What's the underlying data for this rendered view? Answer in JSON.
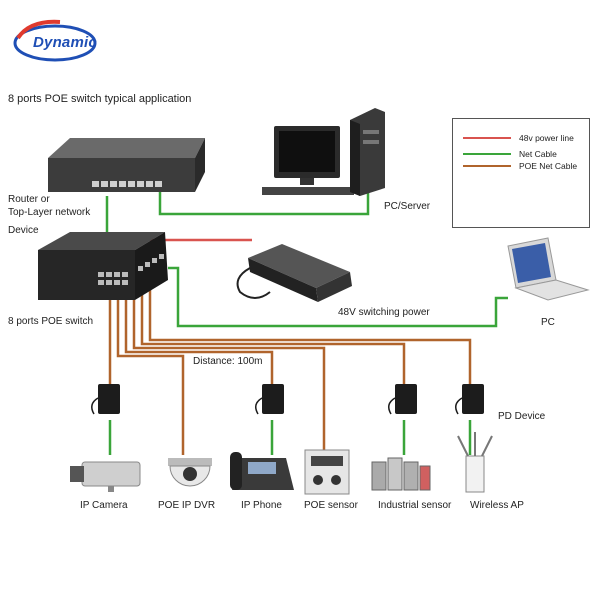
{
  "brand": {
    "logo_text": "Dynamic",
    "color": "#1f4fb5",
    "accent": "#e03a2e"
  },
  "title": "8 ports POE switch typical application",
  "legend": [
    {
      "label": "48v power line",
      "color": "#d9534f"
    },
    {
      "label": "Net Cable",
      "color": "#3aa53a"
    },
    {
      "label": "POE Net Cable",
      "color": "#b0642c"
    }
  ],
  "labels": {
    "router": "Router or",
    "router2": "Top-Layer network",
    "device": "Device",
    "switch": "8 ports POE switch",
    "pc_server": "PC/Server",
    "pc": "PC",
    "power": "48V switching power",
    "distance": "Distance: 100m",
    "pd_device": "PD Device"
  },
  "endpoints": [
    {
      "label": "IP Camera",
      "icon": "ip-camera-icon"
    },
    {
      "label": "POE IP DVR",
      "icon": "dome-camera-icon"
    },
    {
      "label": "IP Phone",
      "icon": "ip-phone-icon"
    },
    {
      "label": "POE sensor",
      "icon": "poe-sensor-icon"
    },
    {
      "label": "Industrial sensor",
      "icon": "industrial-sensor-icon"
    },
    {
      "label": "Wireless AP",
      "icon": "wireless-ap-icon"
    }
  ]
}
